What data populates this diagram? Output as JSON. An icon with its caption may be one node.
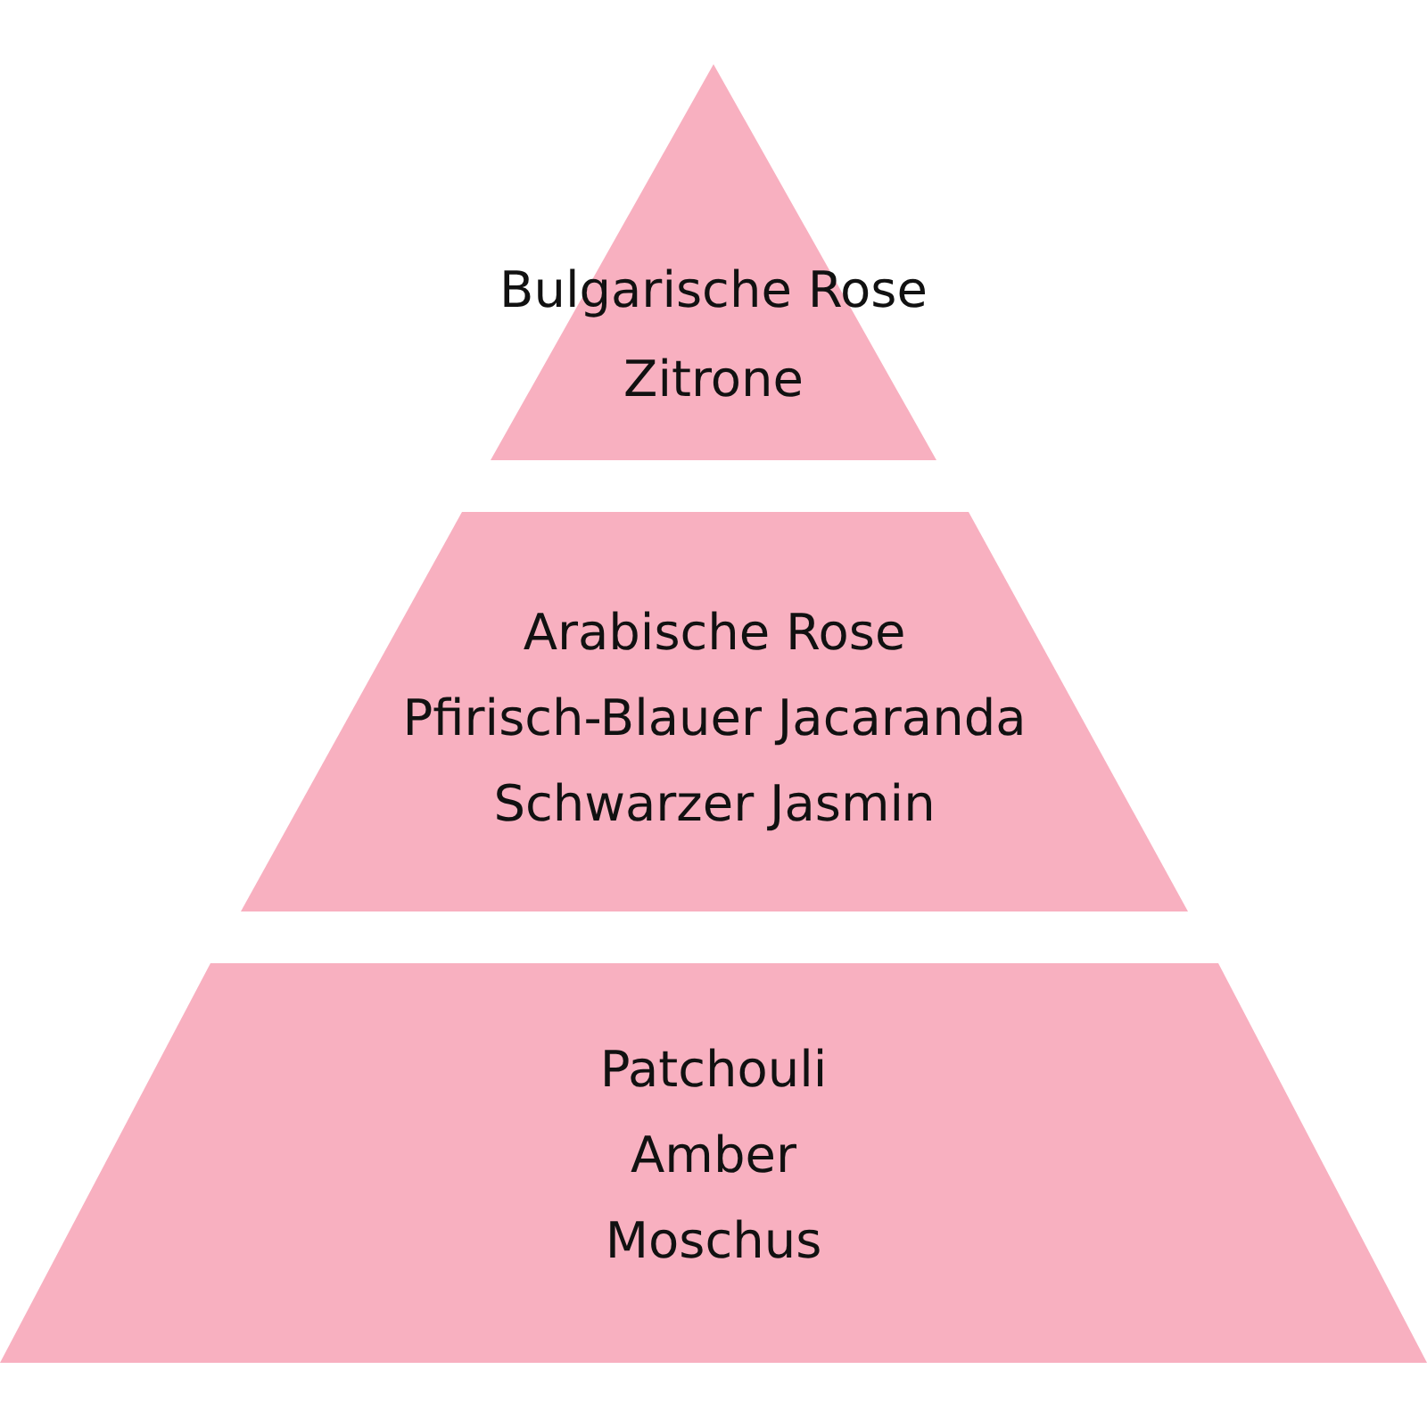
{
  "diagram": {
    "nodes": [
      {
        "text": [
          "Bulgarische Rose",
          "Zitrone"
        ]
      },
      {
        "text": [
          "Arabische Rose",
          "Pfirisch-Blauer Jacaranda",
          "Schwarzer Jasmin"
        ]
      },
      {
        "text": [
          "Patchouli",
          "Amber",
          "Moschus"
        ]
      }
    ]
  }
}
